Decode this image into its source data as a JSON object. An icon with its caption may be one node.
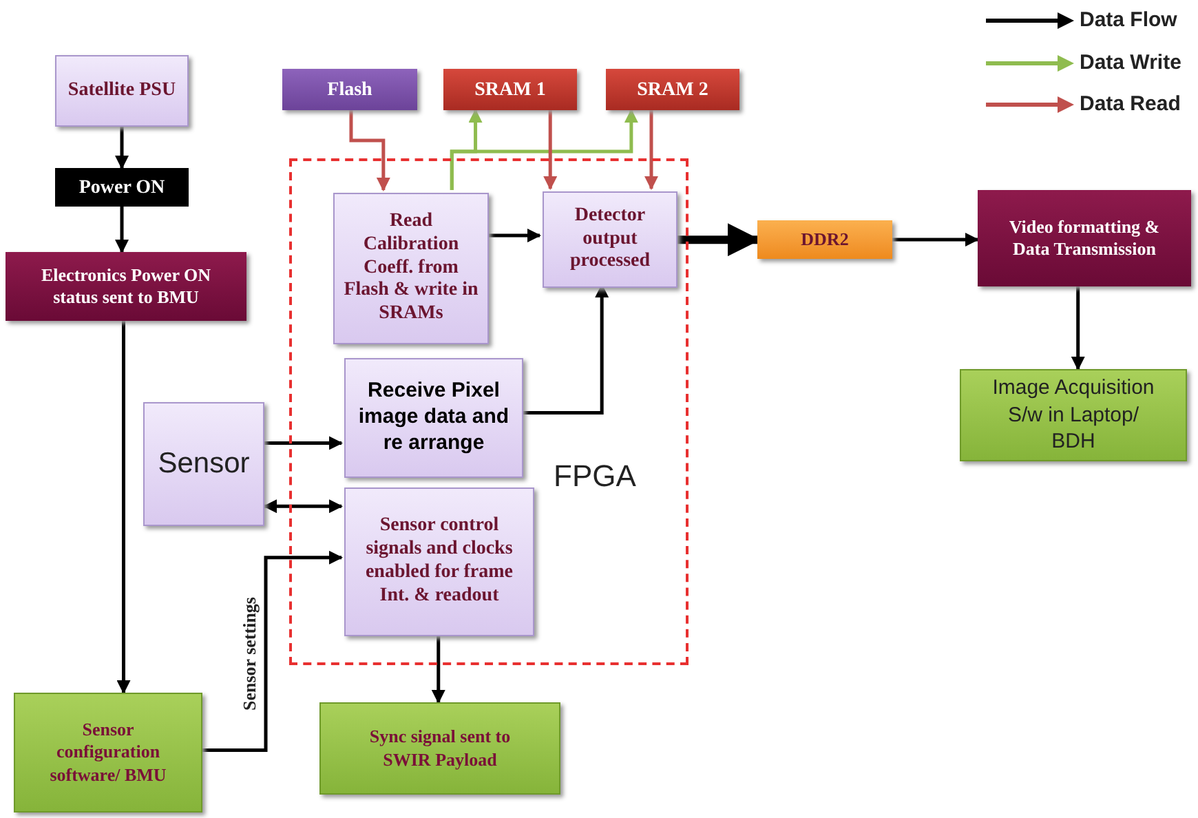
{
  "diagram": {
    "nodes": [
      {
        "text": [
          "Satellite PSU"
        ]
      },
      {
        "text": [
          "Power ON"
        ]
      },
      {
        "text": [
          "Electronics Power ON status sent to BMU"
        ]
      },
      {
        "text": [
          "Flash"
        ]
      },
      {
        "text": [
          "SRAM 1"
        ]
      },
      {
        "text": [
          "SRAM 2"
        ]
      },
      {
        "text": [
          "FPGA"
        ]
      },
      {
        "text": [
          "Read Calibration Coeff. from Flash & write in SRAMs"
        ],
        "in": 6
      },
      {
        "text": [
          "Detector output processed"
        ],
        "in": 6
      },
      {
        "text": [
          "Receive Pixel image data and re arrange"
        ],
        "in": 6
      },
      {
        "text": [
          "Sensor control signals and clocks enabled for frame Int. & readout"
        ],
        "in": 6
      },
      {
        "text": [
          "Sensor"
        ]
      },
      {
        "text": [
          "DDR2"
        ]
      },
      {
        "text": [
          "Video formatting & Data Transmission"
        ]
      },
      {
        "text": [
          "Image Acquisition S/w in Laptop/ BDH"
        ]
      },
      {
        "text": [
          "Sensor configuration software/ BMU"
        ]
      },
      {
        "text": [
          "Sync signal sent to SWIR Payload"
        ]
      }
    ],
    "edges": [
      {
        "from": 0,
        "to": 1,
        "arrow": "to"
      },
      {
        "from": 1,
        "to": 2,
        "arrow": "to"
      },
      {
        "from": 2,
        "to": 15,
        "arrow": "to"
      },
      {
        "from": 3,
        "to": 7,
        "arrow": "to",
        "color": "#c0504d"
      },
      {
        "from": 7,
        "to": 4,
        "arrow": "to",
        "color": "#8fbc4f"
      },
      {
        "from": 7,
        "to": 5,
        "arrow": "to",
        "color": "#8fbc4f"
      },
      {
        "from": 4,
        "to": 8,
        "arrow": "to",
        "color": "#c0504d"
      },
      {
        "from": 5,
        "to": 8,
        "arrow": "to",
        "color": "#c0504d"
      },
      {
        "from": 7,
        "to": 8,
        "arrow": "to"
      },
      {
        "from": 9,
        "to": 8,
        "arrow": "to"
      },
      {
        "from": 8,
        "to": 12,
        "arrow": "to",
        "style": "thick"
      },
      {
        "from": 12,
        "to": 13,
        "arrow": "to"
      },
      {
        "from": 13,
        "to": 14,
        "arrow": "to"
      },
      {
        "from": 11,
        "to": 9,
        "arrow": "to"
      },
      {
        "from": 11,
        "to": 10,
        "arrow": "both"
      },
      {
        "from": 15,
        "to": 10,
        "arrow": "to",
        "label": "Sensor settings"
      },
      {
        "from": 10,
        "to": 16,
        "arrow": "to"
      }
    ],
    "legend": [
      {
        "text": "Data Flow",
        "color": "#000000"
      },
      {
        "text": "Data Write",
        "color": "#8fbc4f"
      },
      {
        "text": "Data Read",
        "color": "#c0504d"
      }
    ]
  }
}
